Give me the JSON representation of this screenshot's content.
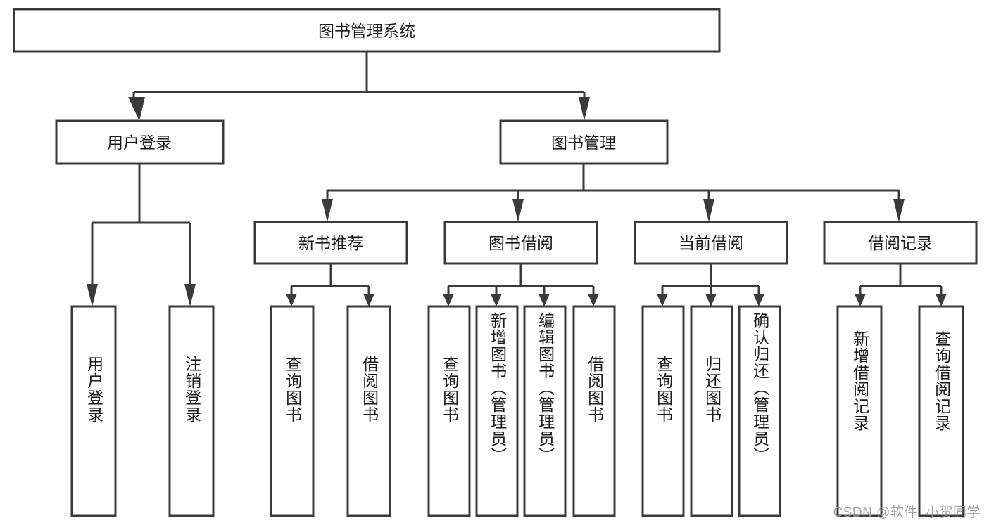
{
  "diagram": {
    "type": "tree",
    "title": "图书管理系统",
    "watermark": "CSDN @软件_小贺同学",
    "colors": {
      "box_stroke": "#3a3a3a",
      "box_fill": "#ffffff",
      "text": "#1a1a1a",
      "watermark": "#9a9a9a",
      "background": "#ffffff"
    },
    "root": {
      "label": "图书管理系统"
    },
    "level2": [
      {
        "label": "用户登录"
      },
      {
        "label": "图书管理"
      }
    ],
    "level3": [
      {
        "label": "新书推荐"
      },
      {
        "label": "图书借阅"
      },
      {
        "label": "当前借阅"
      },
      {
        "label": "借阅记录"
      }
    ],
    "leaves": {
      "user_login": [
        {
          "label": "用户登录"
        },
        {
          "label": "注销登录"
        }
      ],
      "new_book_recommend": [
        {
          "label": "查询图书"
        },
        {
          "label": "借阅图书"
        }
      ],
      "book_borrow": [
        {
          "label": "查询图书"
        },
        {
          "label": "新增图书（管理员）"
        },
        {
          "label": "编辑图书（管理员）"
        },
        {
          "label": "借阅图书"
        }
      ],
      "current_borrow": [
        {
          "label": "查询图书"
        },
        {
          "label": "归还图书"
        },
        {
          "label": "确认归还（管理员）"
        }
      ],
      "borrow_record": [
        {
          "label": "新增借阅记录"
        },
        {
          "label": "查询借阅记录"
        }
      ]
    }
  }
}
